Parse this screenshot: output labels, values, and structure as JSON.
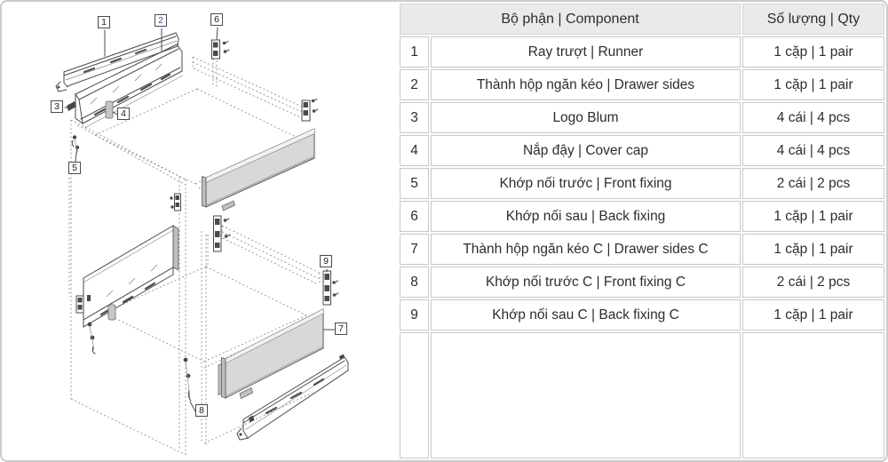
{
  "diagram": {
    "description": "Exploded isometric view of a Blum drawer-box system with numbered callouts",
    "labels": [
      "1",
      "2",
      "3",
      "4",
      "5",
      "6",
      "7",
      "8",
      "9"
    ]
  },
  "table": {
    "headers": {
      "component": "Bộ phận | Component",
      "qty": "Số lượng | Qty"
    },
    "rows": [
      {
        "num": "1",
        "component": "Ray trượt | Runner",
        "qty": "1 cặp | 1 pair"
      },
      {
        "num": "2",
        "component": "Thành hộp ngăn kéo | Drawer sides",
        "qty": "1 cặp | 1 pair"
      },
      {
        "num": "3",
        "component": "Logo Blum",
        "qty": "4 cái | 4 pcs"
      },
      {
        "num": "4",
        "component": "Nắp đậy | Cover cap",
        "qty": "4 cái | 4 pcs"
      },
      {
        "num": "5",
        "component": "Khớp nối trước | Front fixing",
        "qty": "2 cái | 2 pcs"
      },
      {
        "num": "6",
        "component": "Khớp nối sau | Back fixing",
        "qty": "1 cặp | 1 pair"
      },
      {
        "num": "7",
        "component": "Thành hộp ngăn kéo C | Drawer sides C",
        "qty": "1 cặp | 1 pair"
      },
      {
        "num": "8",
        "component": "Khớp nối trước C | Front fixing C",
        "qty": "2 cái | 2 pcs"
      },
      {
        "num": "9",
        "component": "Khớp nối sau C | Back fixing C",
        "qty": "1 cặp | 1 pair"
      }
    ]
  },
  "colors": {
    "card_border": "#cbcbcb",
    "table_border": "#c8c8c8",
    "header_bg": "#eaeaea",
    "text": "#2d2d2d",
    "line_art": "#4a4a4a",
    "dotted_line": "#9b9b9b",
    "panel_fill": "#d8d8d8",
    "label_2_accent": "#46538f"
  }
}
